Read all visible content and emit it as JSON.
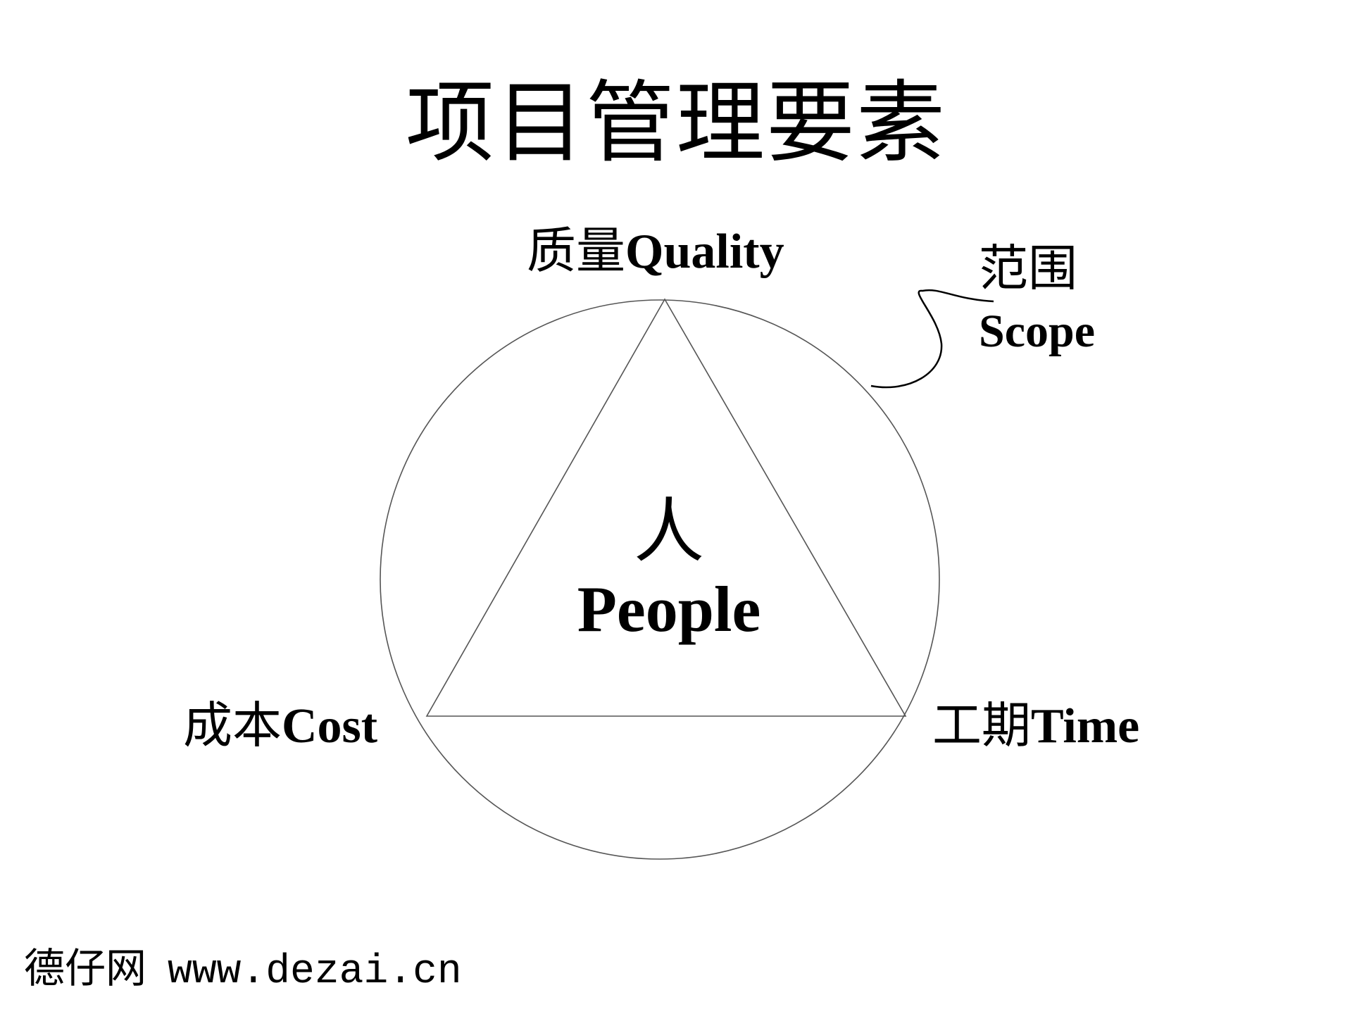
{
  "title": "项目管理要素",
  "diagram": {
    "top": {
      "zh": "质量",
      "en": "Quality"
    },
    "left": {
      "zh": "成本",
      "en": "Cost"
    },
    "right": {
      "zh": "工期",
      "en": "Time"
    },
    "outer": {
      "zh": "范围",
      "en": "Scope"
    },
    "center": {
      "zh": "人",
      "en": "People"
    },
    "line_color": "#555555"
  },
  "footer": {
    "site_name": "德仔网",
    "url": "www.dezai.cn"
  }
}
